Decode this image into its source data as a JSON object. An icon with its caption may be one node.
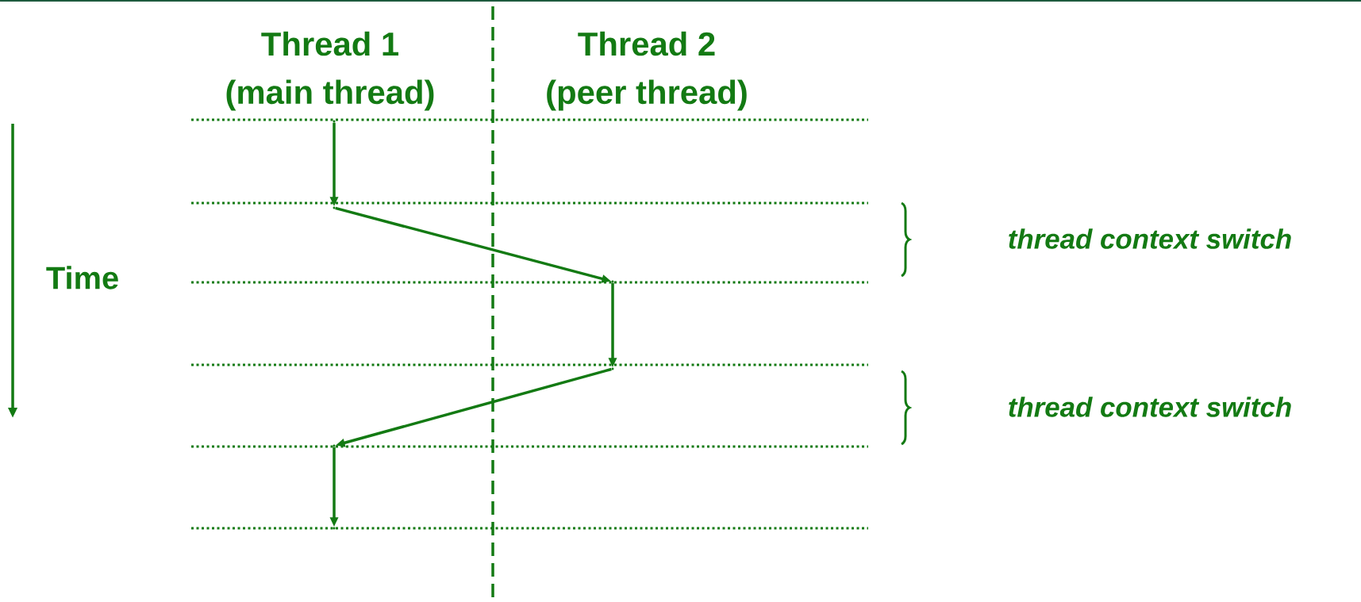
{
  "diagram": {
    "nodes": [
      {
        "text": [],
        "shape": "point"
      },
      {
        "text": [],
        "shape": "point"
      },
      {
        "text": [],
        "shape": "point"
      },
      {
        "text": [],
        "shape": "point"
      },
      {
        "text": [],
        "shape": "point"
      },
      {
        "text": [],
        "shape": "point"
      }
    ],
    "edges": [
      {
        "from": 0,
        "to": 1,
        "arrow": "to"
      },
      {
        "from": 1,
        "to": 2,
        "arrow": "to"
      },
      {
        "from": 2,
        "to": 3,
        "arrow": "to"
      },
      {
        "from": 3,
        "to": 4,
        "arrow": "to"
      },
      {
        "from": 4,
        "to": 5,
        "arrow": "to"
      }
    ],
    "labels": [
      "Thread 1",
      "Thread 2",
      "(main thread)",
      "(peer thread)",
      "Time",
      "thread context switch",
      "thread context switch"
    ]
  }
}
